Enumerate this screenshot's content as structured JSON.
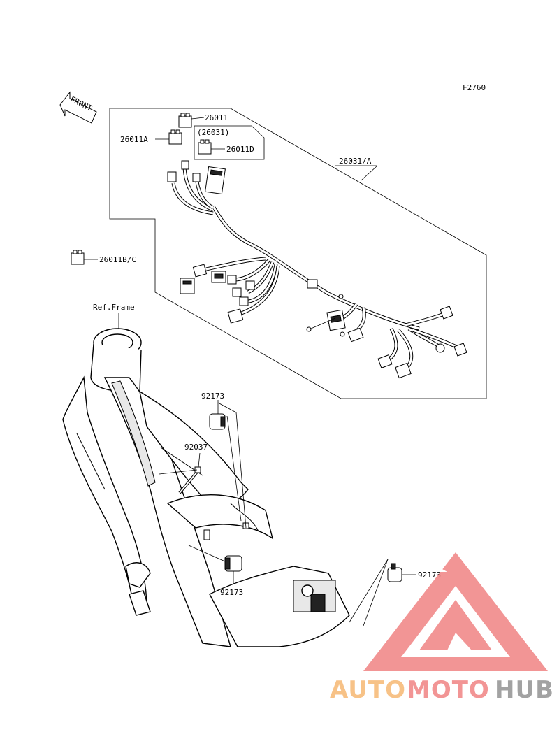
{
  "figure_code": "F2760",
  "front_label": "FRONT",
  "ref_frame_label": "Ref.Frame",
  "parts": {
    "p26011": "26011",
    "p26011A": "26011A",
    "p26031_paren": "(26031)",
    "p26011D": "26011D",
    "p26031A": "26031/A",
    "p26011BC": "26011B/C",
    "p92173_top": "92173",
    "p92037": "92037",
    "p92173_bottom": "92173",
    "p92173_right": "92173"
  },
  "watermark": {
    "word_part1": "AUTO",
    "word_part2": "MOTO",
    "word_part3": "HUB",
    "color_orange": "#f6b36a",
    "color_red": "#ef7b7b",
    "color_gray": "#8c8c8c"
  }
}
